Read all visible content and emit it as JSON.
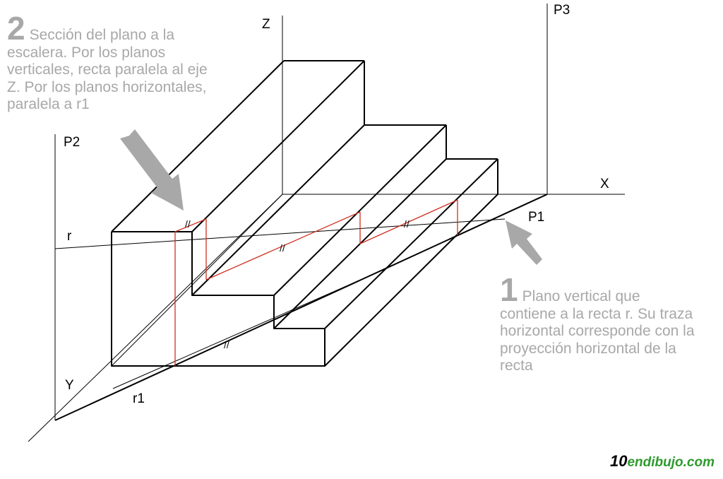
{
  "axes": {
    "z": "Z",
    "x": "X",
    "y": "Y"
  },
  "planes": {
    "p1": "P1",
    "p2": "P2",
    "p3": "P3"
  },
  "lines": {
    "r": "r",
    "r1": "r1"
  },
  "parallel_mark": "//",
  "note2": {
    "number": "2",
    "text": "Sección del plano a la escalera. Por los planos verticales, recta paralela al eje Z. Por los planos horizontales, paralela a r1"
  },
  "note1": {
    "number": "1",
    "text": "Plano vertical que contiene a la recta r. Su traza horizontal corresponde con la proyección horizontal de la recta"
  },
  "logo": {
    "part1": "10",
    "part2": "en",
    "part3": "dibujo.com"
  },
  "colors": {
    "lines": "#000000",
    "section": "#d03020",
    "notes": "#a8a8a8",
    "arrows": "#a8a8a8",
    "logo_green": "#2e9a2e"
  }
}
